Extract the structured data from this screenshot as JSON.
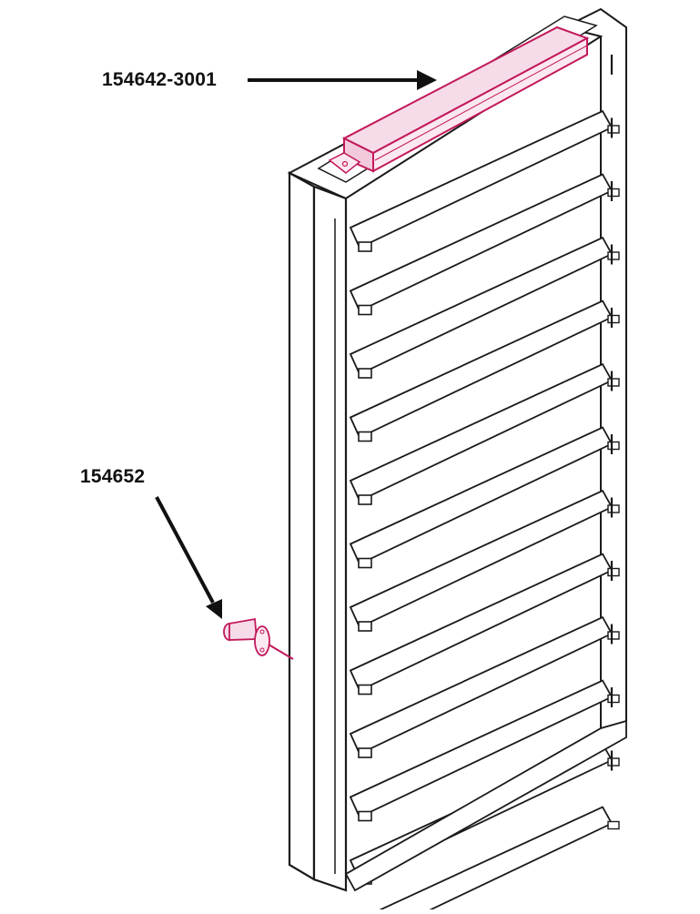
{
  "callouts": {
    "top_part_number": "154642-3001",
    "bottom_part_number": "154652"
  },
  "colors": {
    "line": "#1a1a1a",
    "highlight": "#c2185b",
    "highlight_fill": "#f6dbe8",
    "frame_fill": "#ffffff"
  },
  "diagram": {
    "louver_count": 12
  }
}
